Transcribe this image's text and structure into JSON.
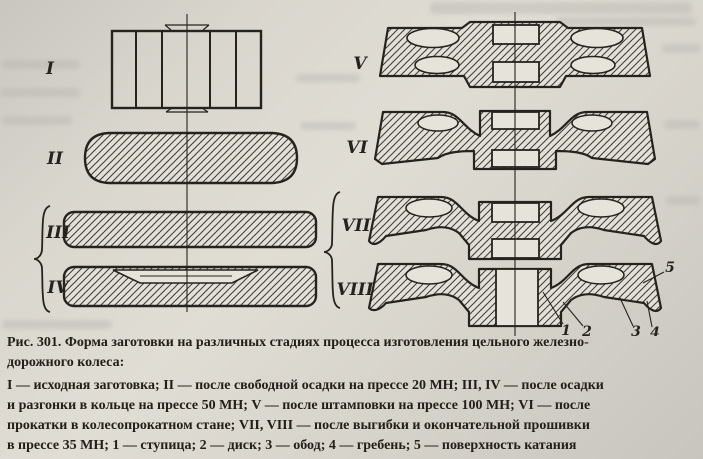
{
  "figure": {
    "stages": [
      {
        "label": "I"
      },
      {
        "label": "II"
      },
      {
        "label": "III"
      },
      {
        "label": "IV"
      },
      {
        "label": "V"
      },
      {
        "label": "VI"
      },
      {
        "label": "VII"
      },
      {
        "label": "VIII"
      }
    ],
    "callouts": [
      {
        "label": "1"
      },
      {
        "label": "2"
      },
      {
        "label": "3"
      },
      {
        "label": "4"
      },
      {
        "label": "5"
      }
    ],
    "caption": {
      "lines": [
        "Рис. 301. Форма заготовки на различных стадиях процесса изготовления цельного железно-",
        "дорожного колеса:",
        "I — исходная заготовка; II — после свободной осадки на прессе 20 МН; III, IV — после осадки",
        "и разгонки в кольце на прессе 50 МН; V — после штамповки на прессе 100 МН; VI — после",
        "прокатки в колесопрокатном стане; VII, VIII — после выгибки и окончательной прошивки",
        "в прессе 35 МН; 1 — ступица; 2 — диск; 3 — обод; 4 — гребень; 5 — поверхность катания"
      ]
    },
    "colors": {
      "paper": "#dcd9d1",
      "ink": "#26231e",
      "hatch_line": "#3d3a35"
    }
  }
}
